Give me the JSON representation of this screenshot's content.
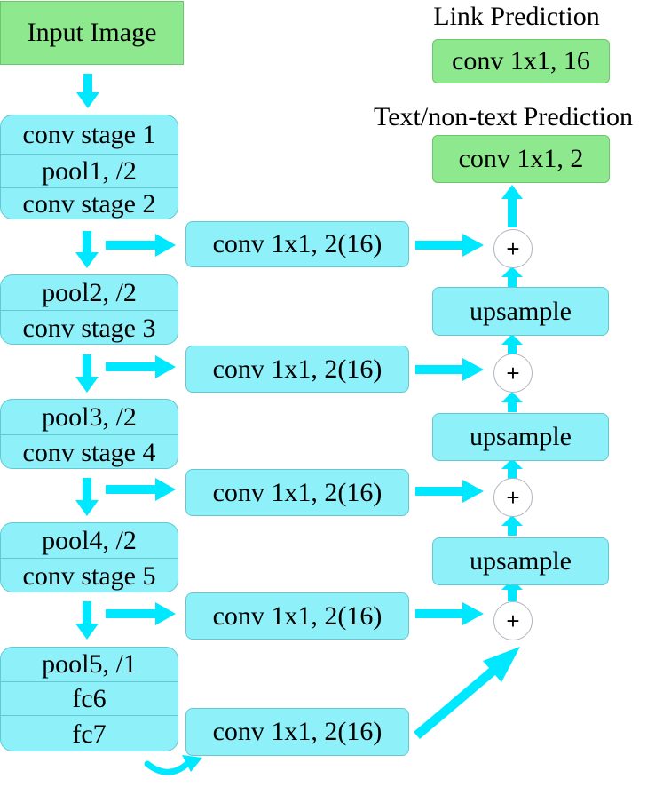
{
  "input_image": "Input Image",
  "heads": {
    "link": {
      "title": "Link Prediction",
      "box": "conv 1x1, 16"
    },
    "text": {
      "title": "Text/non-text Prediction",
      "box": "conv 1x1, 2"
    }
  },
  "backbone": {
    "block1": [
      "conv stage 1",
      "pool1, /2",
      "conv stage 2"
    ],
    "block2": [
      "pool2, /2",
      "conv stage 3"
    ],
    "block3": [
      "pool3, /2",
      "conv stage 4"
    ],
    "block4": [
      "pool4, /2",
      "conv stage 5"
    ],
    "block5": [
      "pool5, /1",
      "fc6",
      "fc7"
    ]
  },
  "laterals": [
    "conv 1x1, 2(16)",
    "conv 1x1, 2(16)",
    "conv 1x1, 2(16)",
    "conv 1x1, 2(16)",
    "conv 1x1, 2(16)"
  ],
  "upsamples": [
    "upsample",
    "upsample",
    "upsample"
  ],
  "plus_symbol": "+",
  "colors": {
    "arrow": "#00e8ff",
    "cyan_box": "#8ef0f8",
    "green_box": "#8ee88e"
  }
}
